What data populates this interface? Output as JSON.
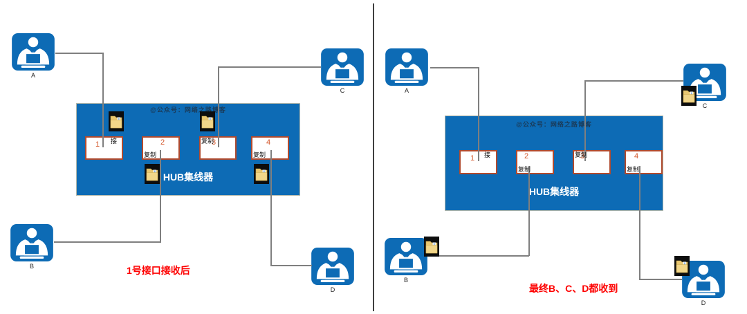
{
  "colors": {
    "node_blue": "#0d6bb5",
    "hub_blue": "#0d6bb5",
    "port_border": "#b04a2e",
    "port_number_orange": "#d4562a",
    "connector_gray": "#7f7f7f",
    "caption_red": "#fe0000",
    "folder_yellow": "#e9c771",
    "folder_backdrop": "#0d0d0d",
    "divider_gray": "#3f3f3f"
  },
  "icons": {
    "computer": "person-at-laptop-icon",
    "data_frame": "folder-file-icon"
  },
  "panels": [
    {
      "caption": "1号接口接收后",
      "hub": {
        "watermark": "@公众号：网络之路博客",
        "label": "HUB集线器",
        "ports": [
          {
            "number": "1",
            "action": "接"
          },
          {
            "number": "2",
            "action": "复制"
          },
          {
            "number": "3",
            "action": "复制"
          },
          {
            "number": "4",
            "action": "复制"
          }
        ]
      },
      "computers": [
        {
          "label": "A"
        },
        {
          "label": "B"
        },
        {
          "label": "C"
        },
        {
          "label": "D"
        }
      ]
    },
    {
      "caption": "最终B、C、D都收到",
      "hub": {
        "watermark": "@公众号：网络之路博客",
        "label": "HUB集线器",
        "ports": [
          {
            "number": "1",
            "action": "接"
          },
          {
            "number": "2",
            "action": "复制"
          },
          {
            "number": "3",
            "action": "复制"
          },
          {
            "number": "4",
            "action": "复制"
          }
        ]
      },
      "computers": [
        {
          "label": "A"
        },
        {
          "label": "B"
        },
        {
          "label": "C"
        },
        {
          "label": "D"
        }
      ]
    }
  ]
}
